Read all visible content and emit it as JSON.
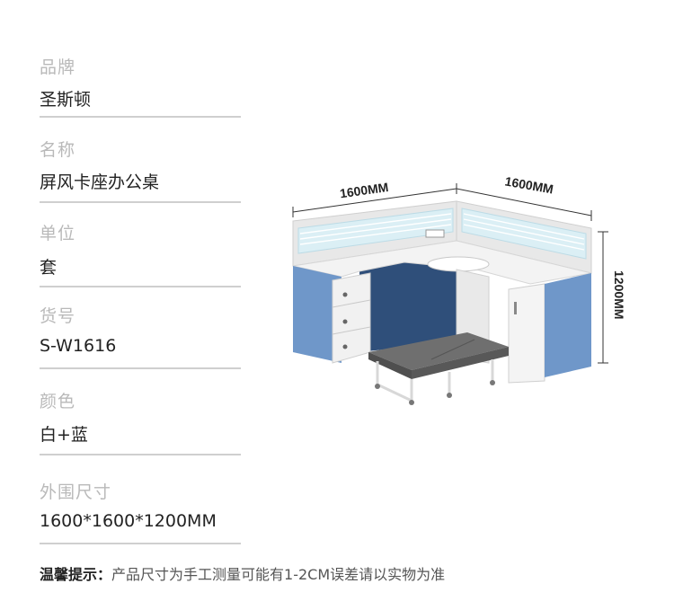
{
  "specs": [
    {
      "label": "品牌",
      "value": "圣斯顿"
    },
    {
      "label": "名称",
      "value": "屏风卡座办公桌"
    },
    {
      "label": "单位",
      "value": "套"
    },
    {
      "label": "货号",
      "value": "S-W1616"
    },
    {
      "label": "颜色",
      "value": "白+蓝"
    },
    {
      "label": "外围尺寸",
      "value": "1600*1600*1200MM"
    }
  ],
  "dimensions": {
    "width_left": "1600MM",
    "width_right": "1600MM",
    "height": "1200MM"
  },
  "notice": {
    "title": "温馨提示：",
    "text": "产品尺寸为手工测量可能有1-2CM误差请以实物为准"
  },
  "colors": {
    "panel_blue": "#6f97c9",
    "desk_white": "#f3f3f3",
    "screen_glass": "#dbeff5",
    "inner_navy": "#2f4f7a",
    "label_gray": "#b9b9b9",
    "divider_gray": "#cfcfcf"
  }
}
